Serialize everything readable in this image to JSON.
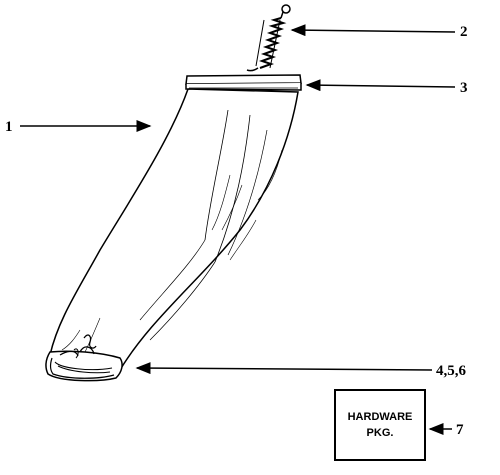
{
  "callouts": {
    "c1": "1",
    "c2": "2",
    "c3": "3",
    "c456": "4,5,6",
    "c7": "7"
  },
  "hardware_box": {
    "line1": "HARDWARE",
    "line2": "PKG."
  }
}
